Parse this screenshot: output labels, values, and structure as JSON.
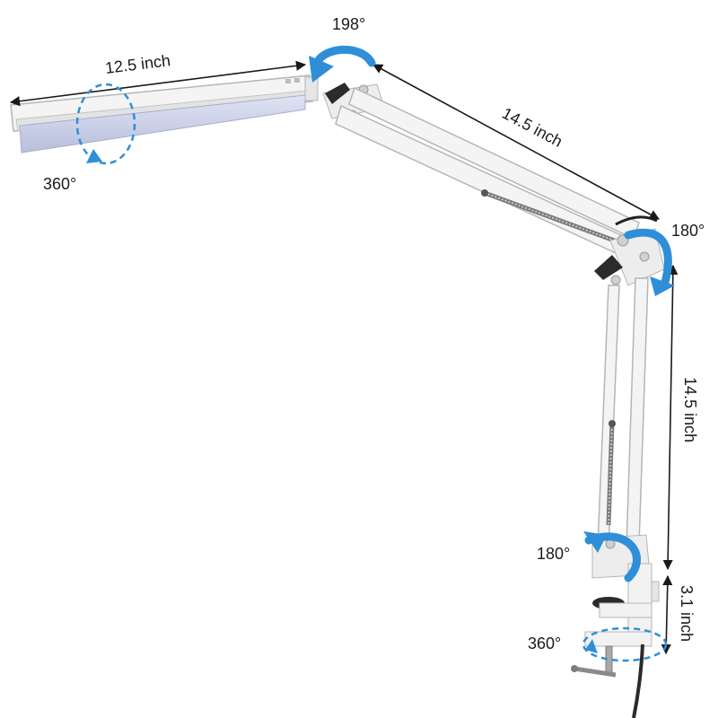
{
  "dimensions": {
    "head_length": "12.5 inch",
    "upper_arm": "14.5 inch",
    "lower_arm": "14.5 inch",
    "clamp_height": "3.1 inch"
  },
  "rotations": {
    "head_swivel": "360°",
    "head_joint": "198°",
    "elbow_joint": "180°",
    "base_joint": "180°",
    "base_swivel": "360°"
  },
  "colors": {
    "arrow_blue": "#2e8fd8",
    "frame": "#f2f2f2",
    "outline": "#b5b5b5",
    "led_panel": "#c9cfe6",
    "knob": "#2b2b2b"
  }
}
